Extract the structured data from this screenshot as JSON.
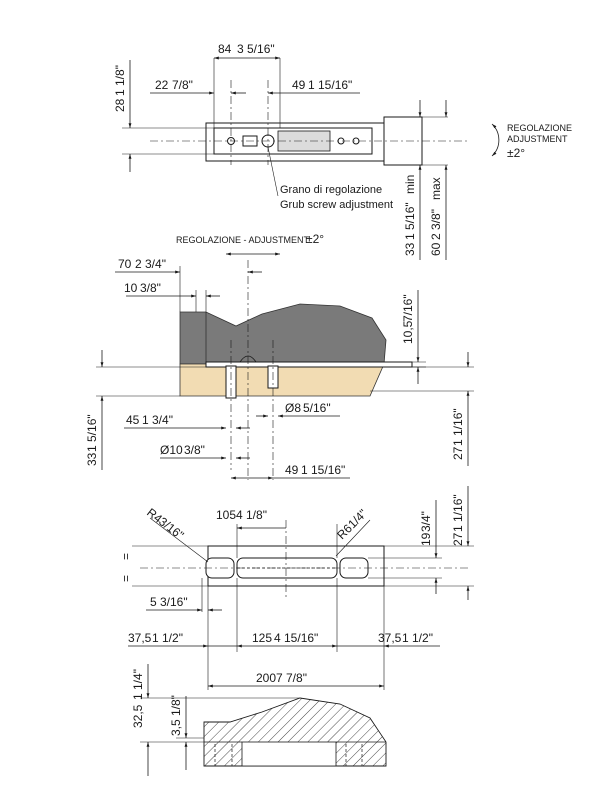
{
  "top_view": {
    "dim_84": "84",
    "dim_84_in": "3 5/16\"",
    "dim_22": "22",
    "dim_22_in": "7/8\"",
    "dim_49": "49",
    "dim_49_in": "1 15/16\"",
    "dim_28": "28",
    "dim_28_in": "1 1/8\"",
    "dim_33": "33",
    "dim_33_in": "1 5/16\"",
    "dim_33_suffix": "min",
    "dim_60": "60",
    "dim_60_in": "2 3/8\"",
    "dim_60_suffix": "max",
    "grub_it": "Grano di regolazione",
    "grub_en": "Grub screw adjustment",
    "reg_line1": "REGOLAZIONE",
    "reg_line2": "ADJUSTMENT",
    "reg_angle": "±2°"
  },
  "section_view": {
    "reg_label": "REGOLAZIONE - ADJUSTMENT",
    "reg_angle": "±2°",
    "dim_70": "70",
    "dim_70_in": "2 3/4\"",
    "dim_10": "10",
    "dim_10_in": "3/8\"",
    "dim_10_5": "10,5",
    "dim_10_5_in": "7/16\"",
    "dim_45": "45",
    "dim_45_in": "1 3/4\"",
    "dim_d8": "Ø8",
    "dim_d8_in": "5/16\"",
    "dim_d10": "Ø10",
    "dim_d10_in": "3/8\"",
    "dim_49": "49",
    "dim_49_in": "1 15/16\"",
    "dim_33": "33",
    "dim_33_in": "1 5/16\"",
    "dim_27": "27",
    "dim_27_in": "1 1/16\""
  },
  "plan_view": {
    "dim_r4": "R4",
    "dim_r4_in": "3/16\"",
    "dim_105": "105",
    "dim_105_in": "4 1/8\"",
    "dim_r6": "R6",
    "dim_r6_in": "1/4\"",
    "dim_19": "19",
    "dim_19_in": "3/4\"",
    "dim_27": "27",
    "dim_27_in": "1 1/16\"",
    "dim_5": "5",
    "dim_5_in": "3/16\"",
    "dim_37_left": "37,5",
    "dim_37_left_in": "1 1/2\"",
    "dim_125": "125",
    "dim_125_in": "4 15/16\"",
    "dim_37_right": "37,5",
    "dim_37_right_in": "1 1/2\"",
    "dim_200": "200",
    "dim_200_in": "7 7/8\"",
    "eq_mark": "="
  },
  "bottom_view": {
    "dim_32_5": "32,5",
    "dim_32_5_in": "1 1/4\"",
    "dim_3_5": "3,5",
    "dim_3_5_in": "1/8\""
  }
}
